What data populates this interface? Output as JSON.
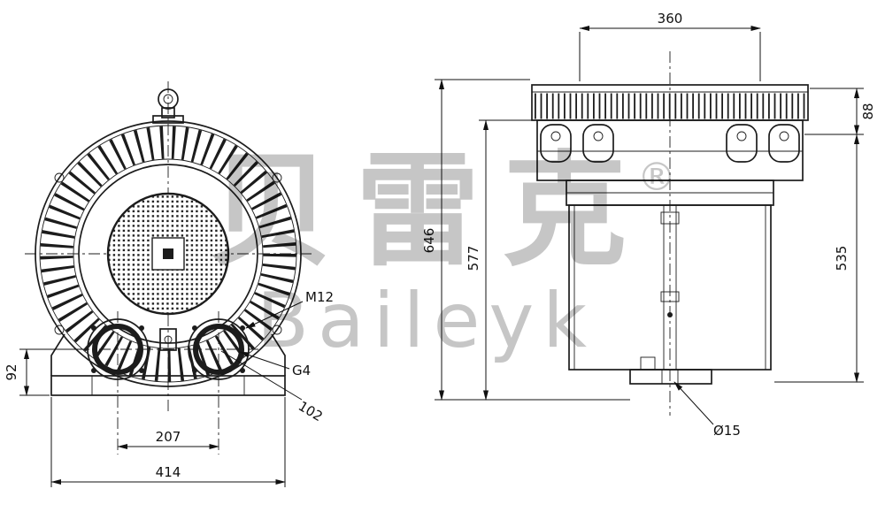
{
  "watermark": {
    "chinese": "贝雷克",
    "registered": "®",
    "latin": "Baileyk"
  },
  "front_view": {
    "d92": "92",
    "d207": "207",
    "d414": "414",
    "d102": "102",
    "g4": "G4",
    "m12": "M12"
  },
  "side_view": {
    "d360": "360",
    "d88": "88",
    "d646": "646",
    "d577": "577",
    "d535": "535",
    "d15": "Ø15"
  },
  "colors": {
    "line": "#1c1c1c",
    "dimension_text": "#111111",
    "watermark": "#c6c6c6",
    "background": "#ffffff"
  }
}
